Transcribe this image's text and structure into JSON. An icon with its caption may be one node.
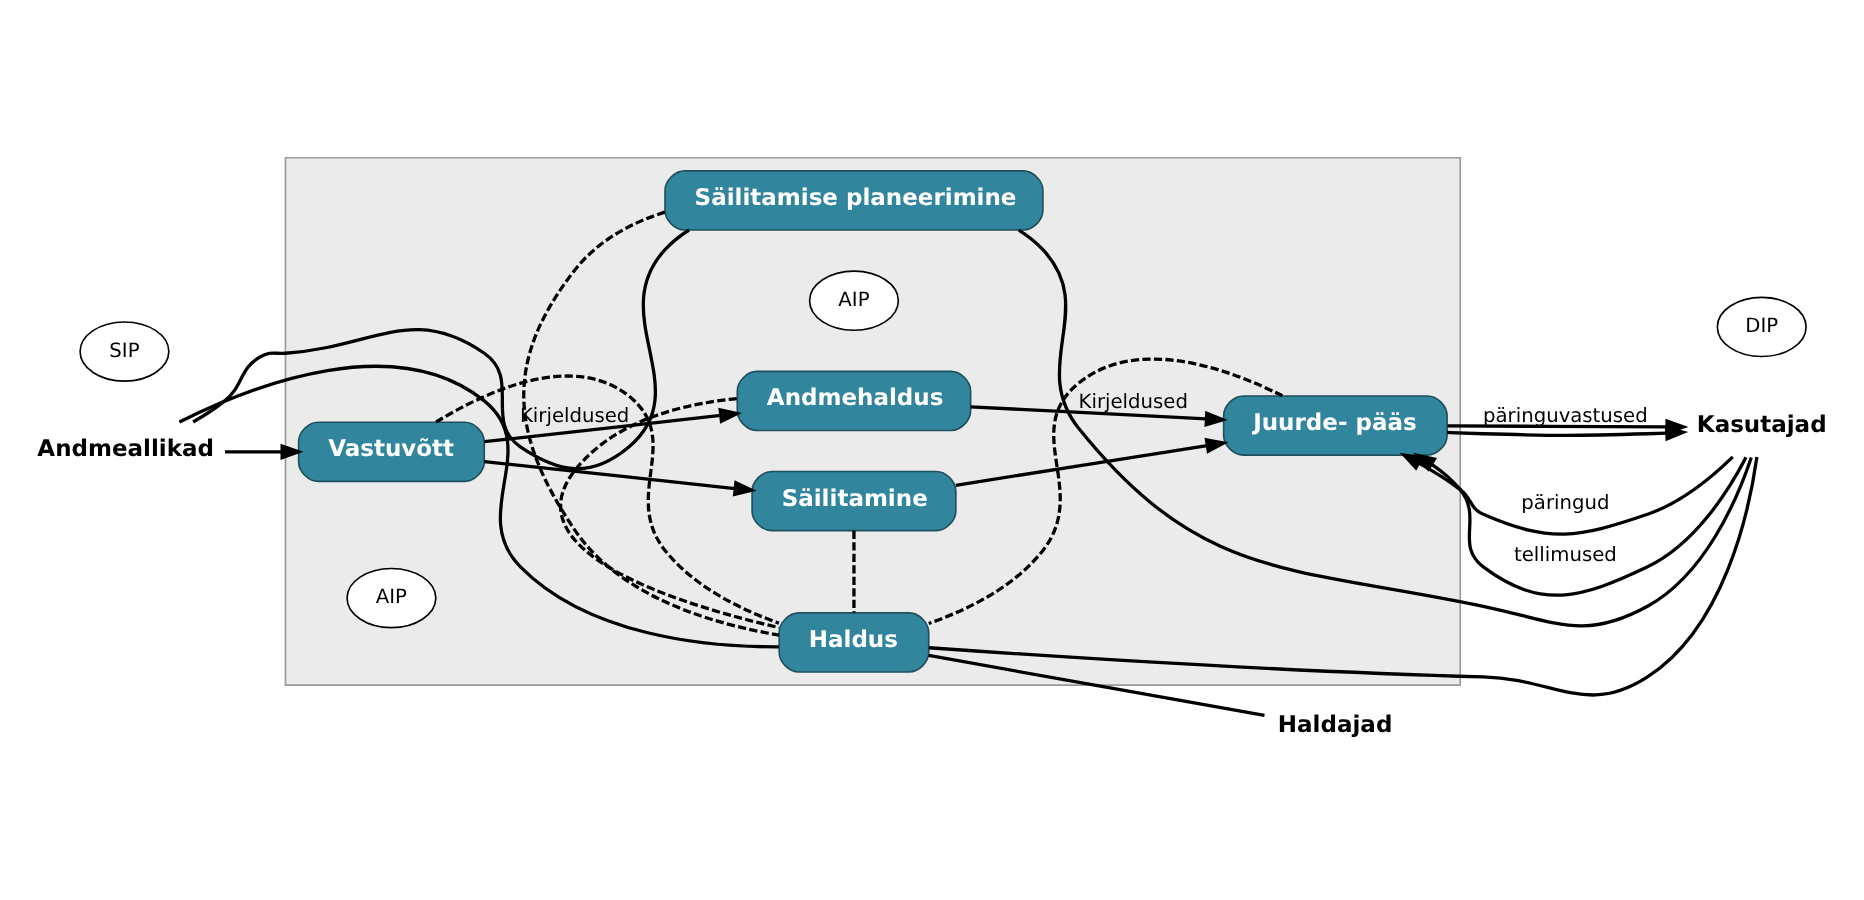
{
  "diagram": {
    "nodes": [
      {
        "text": [],
        "shape": "box"
      },
      {
        "text": [
          "Säilitamise planeerimine"
        ],
        "in": 0
      },
      {
        "text": [
          "Andmehaldus"
        ],
        "in": 0
      },
      {
        "text": [
          "Vastuvõtt"
        ],
        "in": 0
      },
      {
        "text": [
          "Säilitamine"
        ],
        "in": 0
      },
      {
        "text": [
          "Juurde- pääs"
        ],
        "in": 0
      },
      {
        "text": [
          "Haldus"
        ],
        "in": 0
      },
      {
        "text": [
          "Andmeallikad"
        ]
      },
      {
        "text": [
          "Kasutajad"
        ]
      },
      {
        "text": [
          "Haldajad"
        ]
      },
      {
        "text": [
          "SIP"
        ]
      },
      {
        "text": [
          "AIP"
        ],
        "in": 0
      },
      {
        "text": [
          "AIP"
        ],
        "in": 0
      },
      {
        "text": [
          "DIP"
        ]
      }
    ],
    "edges": [
      {
        "from": 7,
        "to": 3,
        "arrow": "to"
      },
      {
        "from": 3,
        "to": 2,
        "arrow": "to",
        "label": "Kirjeldused"
      },
      {
        "from": 3,
        "to": 4,
        "arrow": "to"
      },
      {
        "from": 2,
        "to": 5,
        "arrow": "to",
        "label": "Kirjeldused"
      },
      {
        "from": 4,
        "to": 5,
        "arrow": "to"
      },
      {
        "from": 8,
        "to": 5,
        "arrow": "to",
        "label": "päringud"
      },
      {
        "from": 5,
        "to": 8,
        "arrow": "to",
        "label": "päringuvastused"
      },
      {
        "from": 8,
        "to": 5,
        "arrow": "to",
        "label": "tellimused"
      },
      {
        "from": 5,
        "to": 8,
        "arrow": "to"
      },
      {
        "from": 1,
        "to": 6,
        "arrow": "none",
        "style": "dashed"
      },
      {
        "from": 3,
        "to": 6,
        "arrow": "none",
        "style": "dashed"
      },
      {
        "from": 4,
        "to": 6,
        "arrow": "none",
        "style": "dashed"
      },
      {
        "from": 2,
        "to": 6,
        "arrow": "none",
        "style": "dashed"
      },
      {
        "from": 5,
        "to": 6,
        "arrow": "none",
        "style": "dashed"
      },
      {
        "from": 6,
        "to": 9,
        "arrow": "none"
      },
      {
        "from": 7,
        "to": 1,
        "arrow": "none"
      },
      {
        "from": 7,
        "to": 6,
        "arrow": "none"
      },
      {
        "from": 1,
        "to": 8,
        "arrow": "none"
      },
      {
        "from": 6,
        "to": 8,
        "arrow": "none"
      }
    ]
  }
}
